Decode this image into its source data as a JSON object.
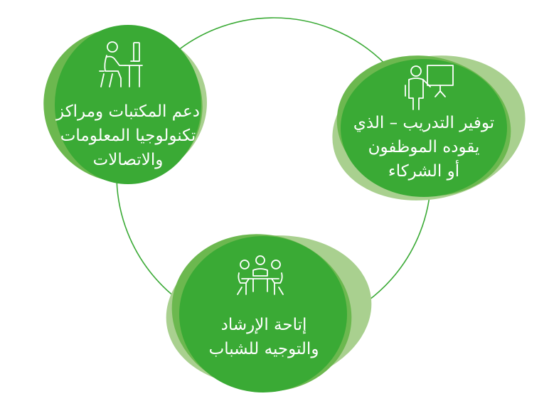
{
  "colors": {
    "primary_green": "#3aaa35",
    "mid_green": "#6cb84f",
    "light_green": "#a9d08f",
    "connector": "#3aaa35",
    "text": "#ffffff"
  },
  "nodes": [
    {
      "id": "ict-support",
      "icon": "person-at-computer-desk-icon",
      "lines": [
        "دعم المكتبات ومراكز",
        "تكنولوجيا المعلومات",
        "والاتصالات"
      ]
    },
    {
      "id": "training",
      "icon": "presenter-at-whiteboard-icon",
      "lines": [
        "توفير التدريب – الذي",
        "يقوده الموظفون",
        "أو الشركاء"
      ]
    },
    {
      "id": "mentoring",
      "icon": "group-meeting-table-icon",
      "lines": [
        "إتاحة الإرشاد",
        "والتوجيه للشباب"
      ]
    }
  ]
}
